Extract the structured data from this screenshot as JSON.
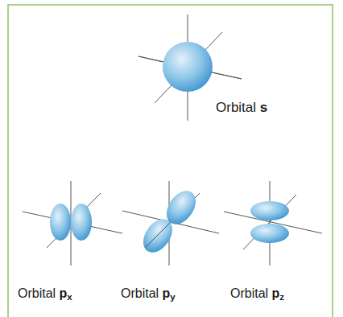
{
  "diagram": {
    "labels": [
      "Orbital s",
      "Orbital px",
      "Orbital py",
      "Orbital pz"
    ]
  }
}
